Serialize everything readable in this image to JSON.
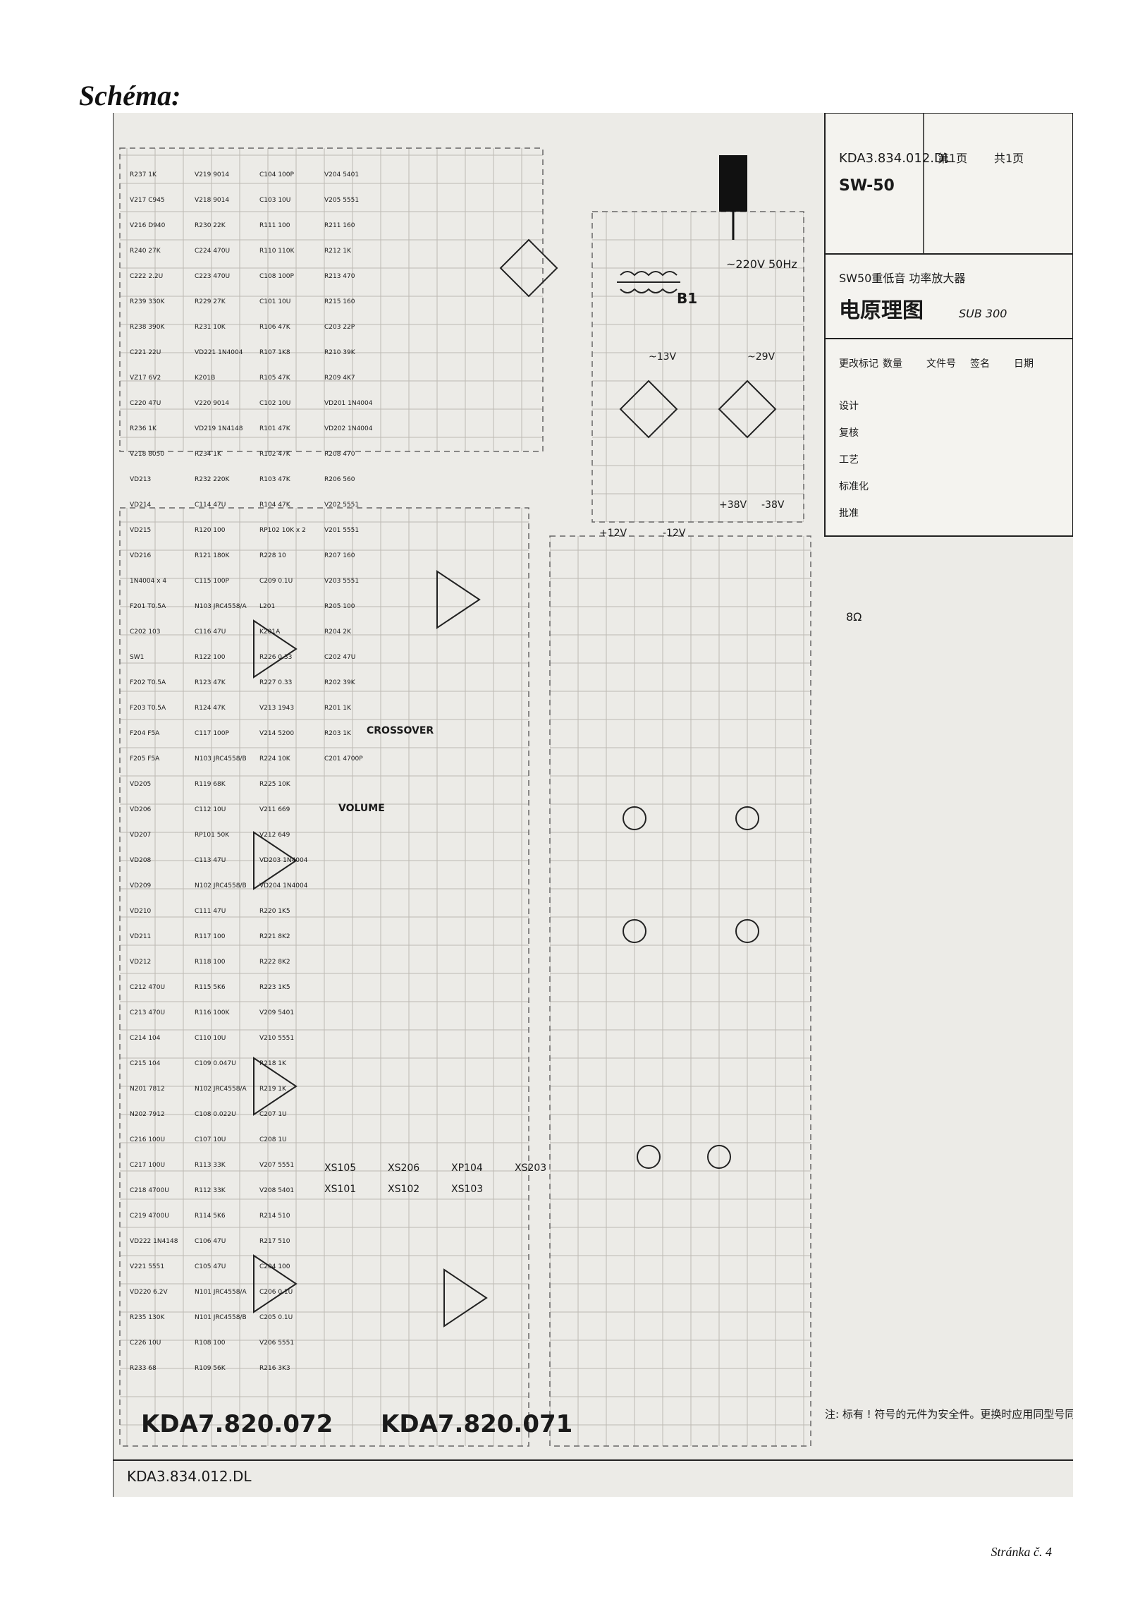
{
  "page": {
    "heading": "Schéma:",
    "page_number": "Stránka č. 4"
  },
  "title_block": {
    "drawing_number": "KDA3.834.012.DL",
    "model": "SW-50",
    "sheet": "第1页",
    "sheets_total": "共1页",
    "product": "SW50重低音 功率放大器",
    "drawing_title": "电原理图",
    "handwritten_note": "SUB 300",
    "cols": [
      "更改标记",
      "数量",
      "文件号",
      "签名",
      "日期"
    ],
    "rows": [
      "设计",
      "复核",
      "工艺",
      "标准化",
      "批准"
    ]
  },
  "boards": {
    "preamp": "KDA7.820.072",
    "power": "KDA7.820.071",
    "frame": "KDA3.834.012.DL"
  },
  "connectors": [
    "XS105",
    "XS206",
    "XP104",
    "XS203",
    "XS101",
    "XS102",
    "XS103"
  ],
  "labels": {
    "volume": "VOLUME",
    "crossover": "CROSSOVER",
    "mains": "~220V 50Hz",
    "b1": "B1",
    "v_pos12": "+12V",
    "v_neg12": "-12V",
    "v_pos38": "+38V",
    "v_neg38": "-38V",
    "ac13": "~13V",
    "ac29": "~29V",
    "speaker": "8Ω",
    "note": "注: 标有 ! 符号的元件为安全件。更换时应用同型号同规格的元件。"
  },
  "components": [
    "R237 1K",
    "V217 C945",
    "V216 D940",
    "R240 27K",
    "C222 2.2U",
    "R239 330K",
    "R238 390K",
    "C221 22U",
    "VZ17 6V2",
    "C220 47U",
    "R236 1K",
    "V218 8050",
    "VD213",
    "VD214",
    "VD215",
    "VD216",
    "1N4004 x 4",
    "F201 T0.5A",
    "C202 103",
    "SW1",
    "F202 T0.5A",
    "F203 T0.5A",
    "F204 F5A",
    "F205 F5A",
    "VD205",
    "VD206",
    "VD207",
    "VD208",
    "VD209",
    "VD210",
    "VD211",
    "VD212",
    "C212 470U",
    "C213 470U",
    "C214 104",
    "C215 104",
    "N201 7812",
    "N202 7912",
    "C216 100U",
    "C217 100U",
    "C218 4700U",
    "C219 4700U",
    "VD222 1N4148",
    "V221 5551",
    "VD220 6.2V",
    "R235 130K",
    "C226 10U",
    "R233 68",
    "V219 9014",
    "V218 9014",
    "R230 22K",
    "C224 470U",
    "C223 470U",
    "R229 27K",
    "R231 10K",
    "VD221 1N4004",
    "K201B",
    "V220 9014",
    "VD219 1N4148",
    "R234 1K",
    "R232 220K",
    "C114 47U",
    "R120 100",
    "R121 180K",
    "C115 100P",
    "N103 JRC4558/A",
    "C116 47U",
    "R122 100",
    "R123 47K",
    "R124 47K",
    "C117 100P",
    "N103 JRC4558/B",
    "R119 68K",
    "C112 10U",
    "RP101 50K",
    "C113 47U",
    "N102 JRC4558/B",
    "C111 47U",
    "R117 100",
    "R118 100",
    "R115 5K6",
    "R116 100K",
    "C110 10U",
    "C109 0.047U",
    "N102 JRC4558/A",
    "C108 0.022U",
    "C107 10U",
    "R113 33K",
    "R112 33K",
    "R114 5K6",
    "C106 47U",
    "C105 47U",
    "N101 JRC4558/A",
    "N101 JRC4558/B",
    "R108 100",
    "R109 56K",
    "C104 100P",
    "C103 10U",
    "R111 100",
    "R110 110K",
    "C108 100P",
    "C101 10U",
    "R106 47K",
    "R107 1K8",
    "R105 47K",
    "C102 10U",
    "R101 47K",
    "R102 47K",
    "R103 47K",
    "R104 47K",
    "RP102 10K x 2",
    "R228 10",
    "C209 0.1U",
    "L201",
    "K201A",
    "R226 0.33",
    "R227 0.33",
    "V213 1943",
    "V214 5200",
    "R224 10K",
    "R225 10K",
    "V211 669",
    "V212 649",
    "VD203 1N4004",
    "VD204 1N4004",
    "R220 1K5",
    "R221 8K2",
    "R222 8K2",
    "R223 1K5",
    "V209 5401",
    "V210 5551",
    "R218 1K",
    "R219 1K",
    "C207 1U",
    "C208 1U",
    "V207 5551",
    "V208 5401",
    "R214 510",
    "R217 510",
    "C204 100",
    "C206 0.1U",
    "C205 0.1U",
    "V206 5551",
    "R216 3K3",
    "V204 5401",
    "V205 5551",
    "R211 160",
    "R212 1K",
    "R213 470",
    "R215 160",
    "C203 22P",
    "R210 39K",
    "R209 4K7",
    "VD201 1N4004",
    "VD202 1N4004",
    "R208 470",
    "R206 560",
    "V202 5551",
    "V201 5551",
    "R207 160",
    "V203 5551",
    "R205 100",
    "R204 2K",
    "C202 47U",
    "R202 39K",
    "R201 1K",
    "R203 1K",
    "C201 4700P"
  ]
}
